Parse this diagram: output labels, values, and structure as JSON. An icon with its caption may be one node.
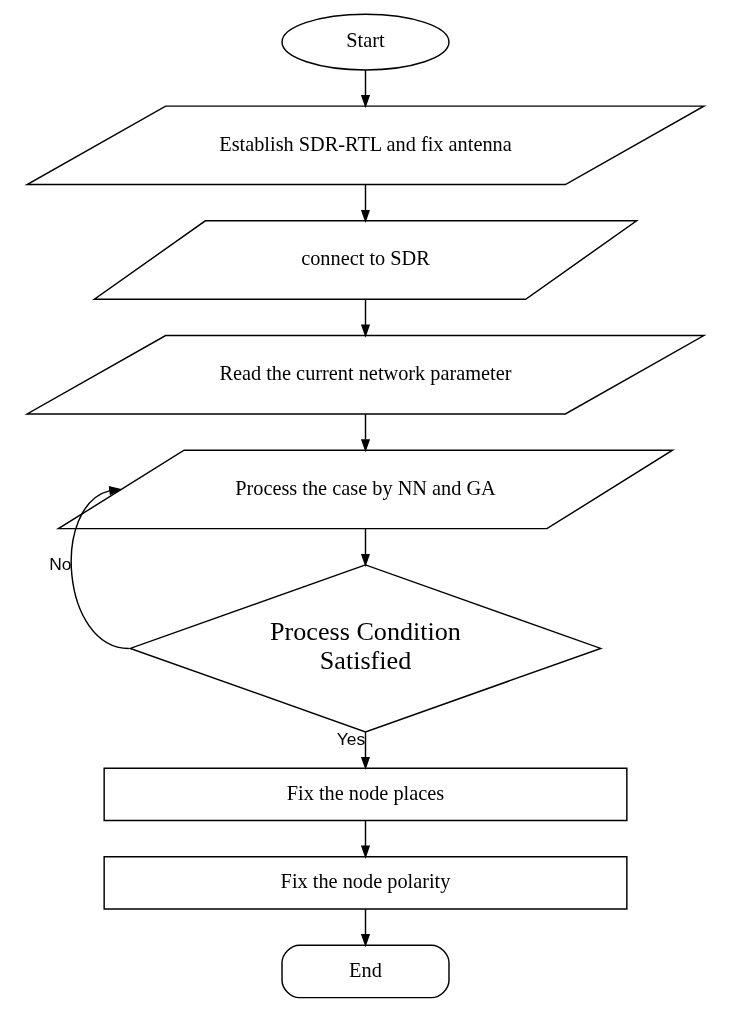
{
  "diagram": {
    "nodes": [
      {
        "text": [
          "Start"
        ]
      },
      {
        "text": [
          "Establish SDR-RTL and fix antenna"
        ]
      },
      {
        "text": [
          "connect to SDR"
        ]
      },
      {
        "text": [
          "Read the current network parameter"
        ]
      },
      {
        "text": [
          "Process the case by NN and GA"
        ]
      },
      {
        "text": [
          "Process Condition",
          "Satisfied"
        ]
      },
      {
        "text": [
          "Fix the node places"
        ]
      },
      {
        "text": [
          "Fix the node polarity"
        ]
      },
      {
        "text": [
          "End"
        ]
      }
    ],
    "edges": [
      {
        "from": 0,
        "to": 1,
        "arrow": "to"
      },
      {
        "from": 1,
        "to": 2,
        "arrow": "to"
      },
      {
        "from": 2,
        "to": 3,
        "arrow": "to"
      },
      {
        "from": 3,
        "to": 4,
        "arrow": "to"
      },
      {
        "from": 4,
        "to": 5,
        "arrow": "to"
      },
      {
        "from": 5,
        "to": 4,
        "arrow": "to",
        "label": "No"
      },
      {
        "from": 5,
        "to": 6,
        "arrow": "to",
        "label": "Yes"
      },
      {
        "from": 6,
        "to": 7,
        "arrow": "to"
      },
      {
        "from": 7,
        "to": 8,
        "arrow": "to"
      }
    ]
  }
}
